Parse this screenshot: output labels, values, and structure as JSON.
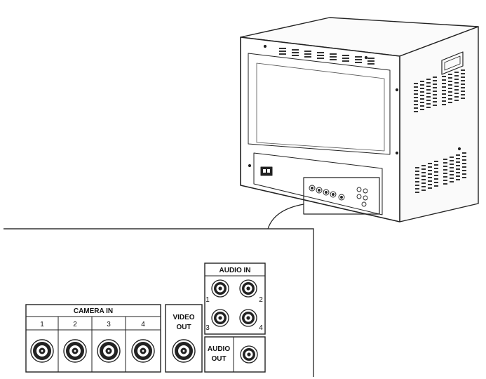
{
  "panel": {
    "camera_in": {
      "title": "CAMERA IN",
      "ports": [
        "1",
        "2",
        "3",
        "4"
      ]
    },
    "video_out": {
      "line1": "VIDEO",
      "line2": "OUT"
    },
    "audio_in": {
      "title": "AUDIO IN",
      "ports": [
        "1",
        "2",
        "3",
        "4"
      ]
    },
    "audio_out": {
      "line1": "AUDIO",
      "line2": "OUT"
    }
  }
}
